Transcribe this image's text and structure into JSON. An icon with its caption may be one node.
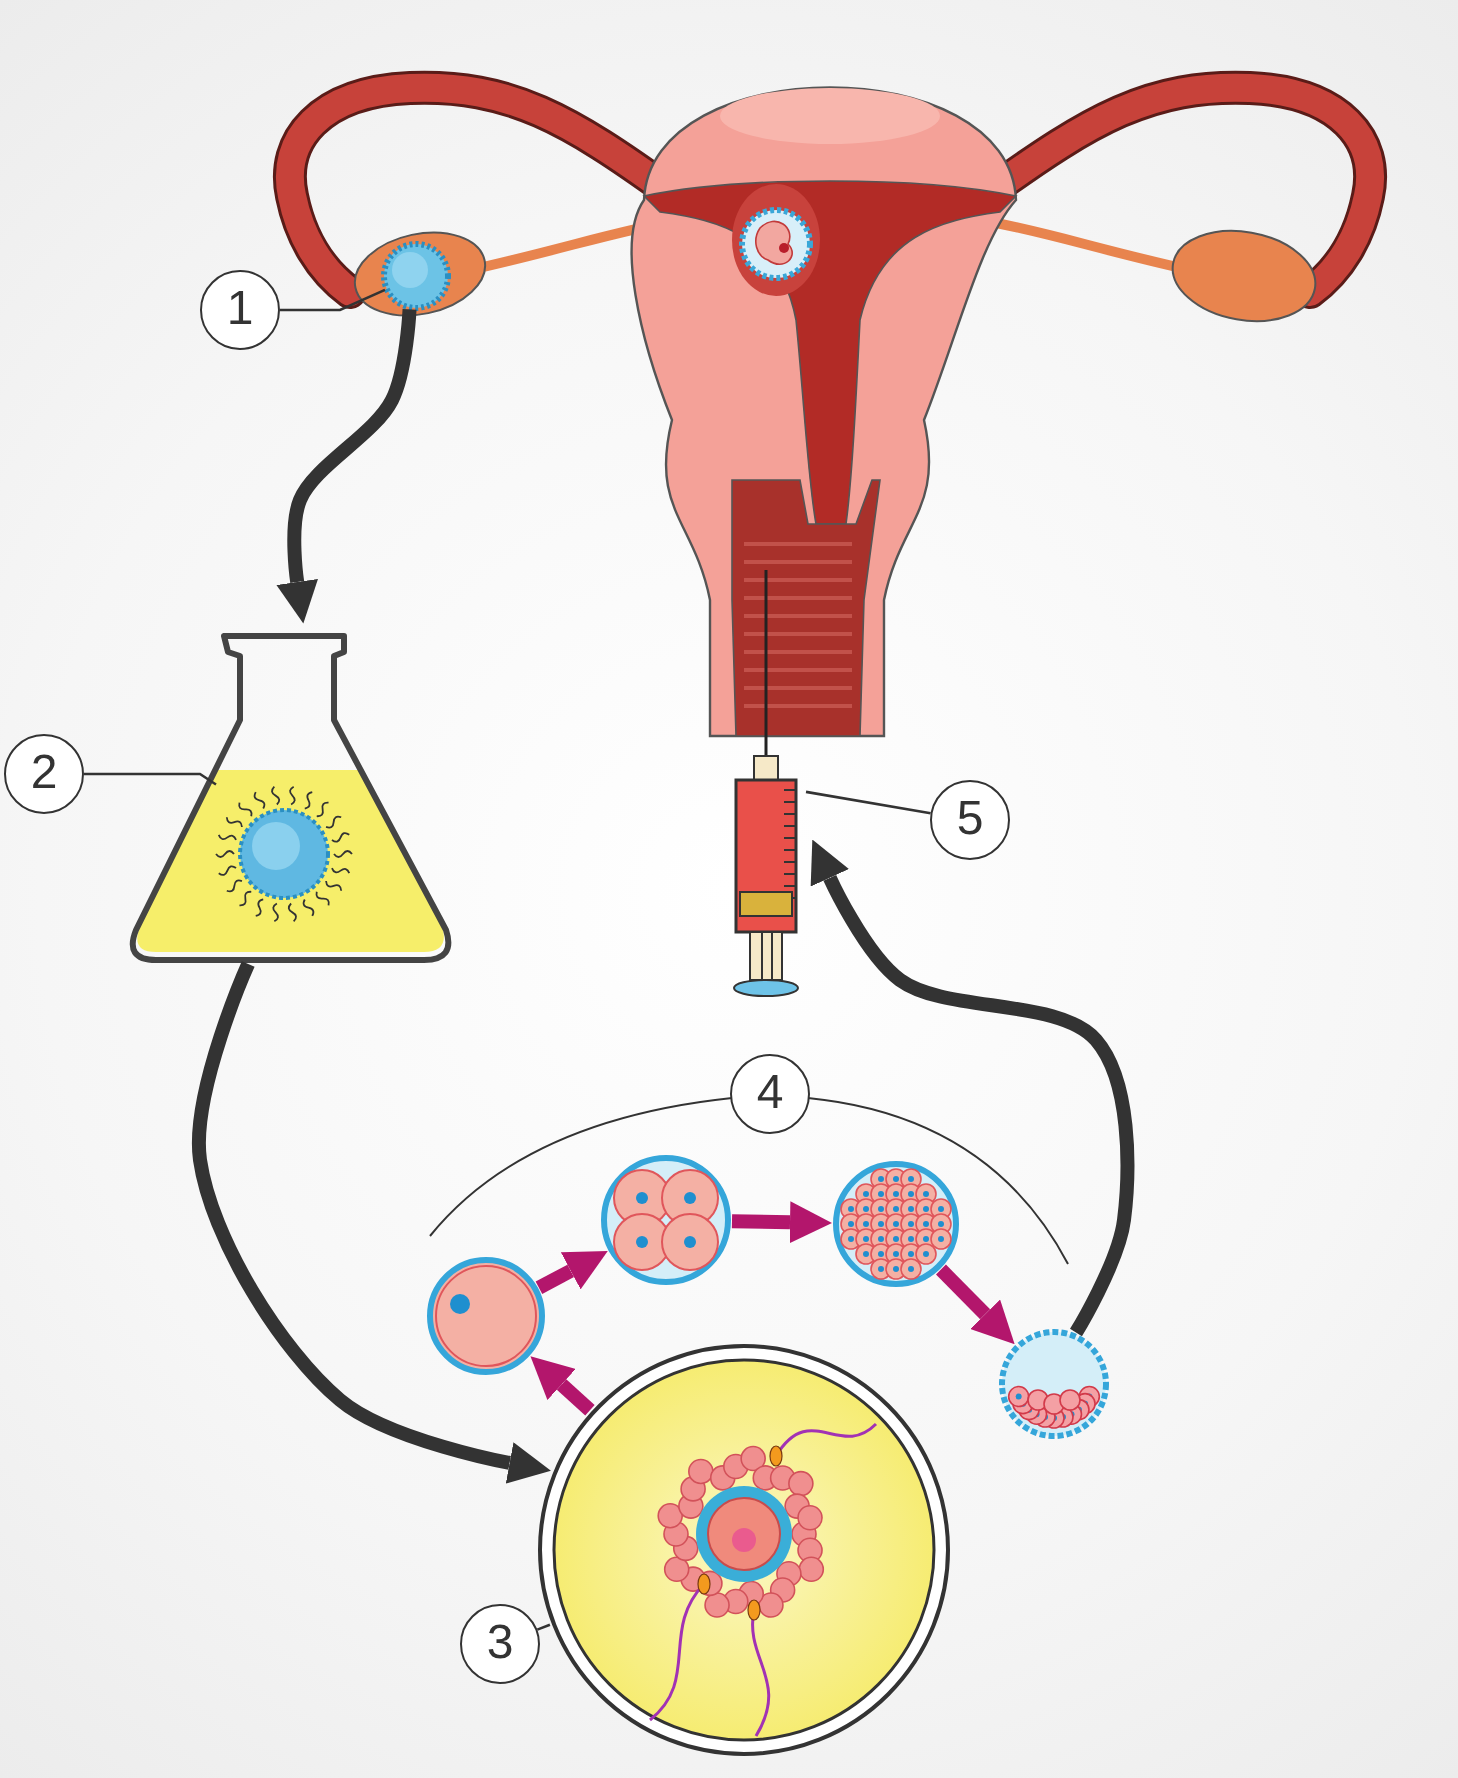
{
  "diagram": {
    "nodes": [
      {
        "text": [],
        "shape": "picture"
      },
      {
        "text": [
          "1"
        ]
      },
      {
        "text": [],
        "shape": "circle",
        "in": 0
      },
      {
        "text": [
          "2"
        ]
      },
      {
        "text": [],
        "shape": "picture"
      },
      {
        "text": [
          "5"
        ]
      },
      {
        "text": [],
        "shape": "picture"
      },
      {
        "text": [
          "4"
        ]
      },
      {
        "text": [],
        "shape": "circle"
      },
      {
        "text": [],
        "shape": "circle"
      },
      {
        "text": [],
        "shape": "circle"
      },
      {
        "text": [],
        "shape": "circle"
      },
      {
        "text": [
          "3"
        ]
      },
      {
        "text": [],
        "shape": "picture"
      },
      {
        "text": [],
        "shape": "picture",
        "in": 4
      }
    ],
    "edges": [
      {
        "from": 1,
        "to": 2,
        "arrow": "none"
      },
      {
        "from": 3,
        "to": 14,
        "arrow": "none"
      },
      {
        "from": 5,
        "to": 6,
        "arrow": "none"
      },
      {
        "from": 12,
        "to": 13,
        "arrow": "none"
      },
      {
        "from": 2,
        "to": 4,
        "arrow": "to"
      },
      {
        "from": 4,
        "to": 13,
        "arrow": "to"
      },
      {
        "from": 13,
        "to": 8,
        "arrow": "to",
        "color": "#b3166c"
      },
      {
        "from": 8,
        "to": 9,
        "arrow": "to",
        "color": "#b3166c"
      },
      {
        "from": 9,
        "to": 10,
        "arrow": "to",
        "color": "#b3166c"
      },
      {
        "from": 10,
        "to": 11,
        "arrow": "to",
        "color": "#b3166c"
      },
      {
        "from": 11,
        "to": 6,
        "arrow": "to"
      }
    ]
  }
}
